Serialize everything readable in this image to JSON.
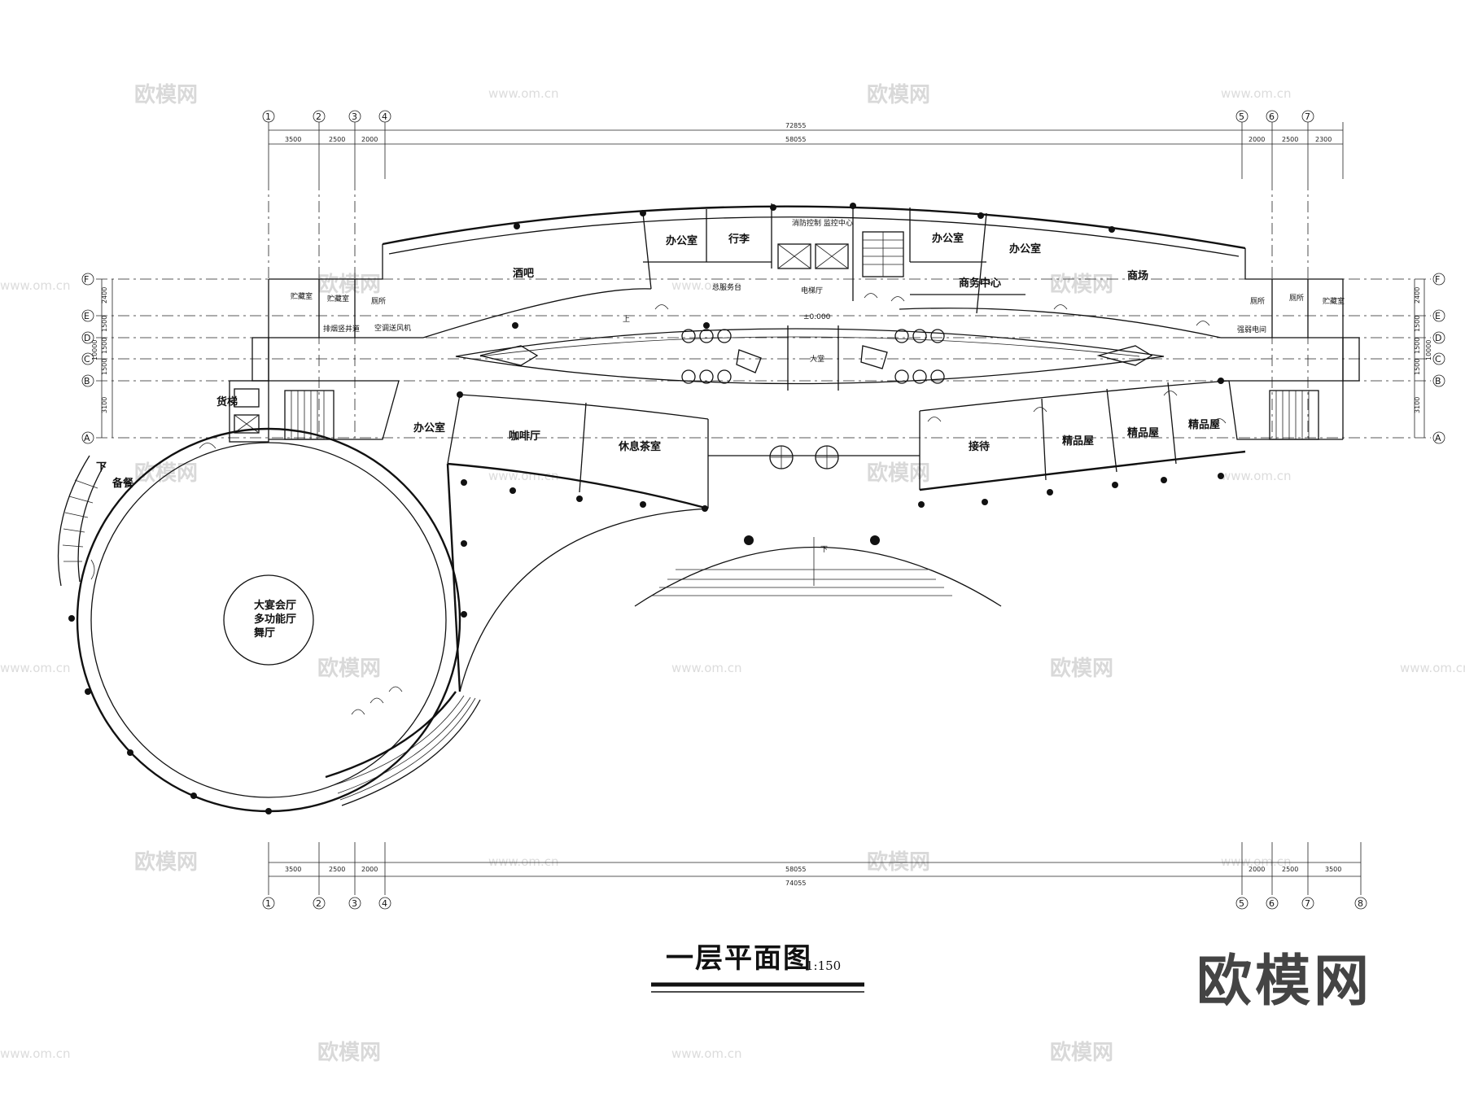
{
  "drawing": {
    "title": "一层平面图",
    "scale": "1:150",
    "brand": "欧模网",
    "watermark_text": "欧模网",
    "watermark_url": "www.om.cn"
  },
  "axes": {
    "top_numbers": [
      "1",
      "2",
      "3",
      "4",
      "5",
      "6",
      "7"
    ],
    "bottom_numbers": [
      "1",
      "2",
      "3",
      "4",
      "5",
      "6",
      "7",
      "8"
    ],
    "letters": [
      "A",
      "B",
      "C",
      "D",
      "E",
      "F"
    ]
  },
  "dimensions": {
    "top_total": "72855",
    "top_middle": "58055",
    "top_left": [
      "3500",
      "2500",
      "2000"
    ],
    "top_right": [
      "2000",
      "2500",
      "2300"
    ],
    "bottom_total": "74055",
    "bottom_middle": "58055",
    "bottom_left": [
      "3500",
      "2500",
      "2000"
    ],
    "bottom_right": [
      "2000",
      "2500",
      "3500"
    ],
    "left_side": [
      "2400",
      "1500",
      "1500",
      "1500",
      "3100"
    ],
    "left_total": "10000",
    "right_side": [
      "2400",
      "1500",
      "1500",
      "1500",
      "3100"
    ],
    "right_total": "10000"
  },
  "rooms": {
    "bar": "酒吧",
    "office1": "办公室",
    "luggage": "行李",
    "fire_control": "消防控制 监控中心",
    "service_desk": "总服务台",
    "elevator_hall": "电梯厅",
    "office2": "办公室",
    "office3": "办公室",
    "business_center": "商务中心",
    "shop": "商场",
    "storage_left1": "贮藏室",
    "storage_left2": "贮藏室",
    "toilet_left": "厕所",
    "pump_left": "排烟竖井道",
    "ac_left": "空调送风机",
    "toilet_right1": "厕所",
    "toilet_right2": "厕所",
    "storage_right": "贮藏室",
    "stair_right": "强弱电间",
    "lobby": "大堂",
    "elevation": "±0.000",
    "freight": "货梯",
    "prep": "备餐",
    "office_lower": "办公室",
    "cafe": "咖啡厅",
    "tea_room": "休息茶室",
    "reception": "接待",
    "boutique1": "精品屋",
    "boutique2": "精品屋",
    "boutique3": "精品屋",
    "banquet_l1": "大宴会厅",
    "banquet_l2": "多功能厅",
    "banquet_l3": "舞厅",
    "down_left": "下",
    "down_front": "下",
    "up": "上"
  }
}
